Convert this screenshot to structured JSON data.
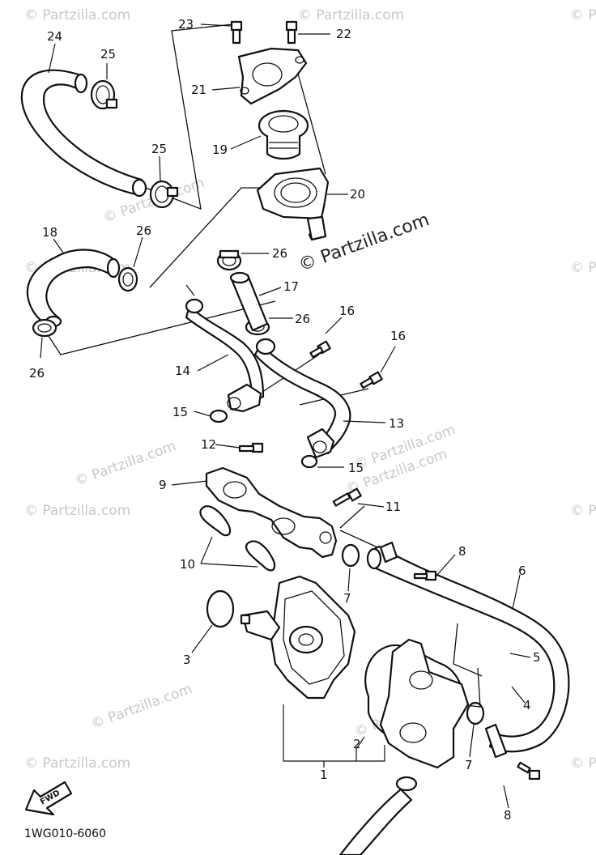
{
  "watermark": {
    "main": "© Partzilla.com",
    "faint": "© Partzilla.com"
  },
  "diagram_code": "1WG010-6060",
  "front_arrow_label": "FWD",
  "callouts": [
    {
      "id": "c23",
      "label": "23"
    },
    {
      "id": "c22",
      "label": "22"
    },
    {
      "id": "c24",
      "label": "24"
    },
    {
      "id": "c25a",
      "label": "25"
    },
    {
      "id": "c21",
      "label": "21"
    },
    {
      "id": "c19",
      "label": "19"
    },
    {
      "id": "c25b",
      "label": "25"
    },
    {
      "id": "c20",
      "label": "20"
    },
    {
      "id": "c18",
      "label": "18"
    },
    {
      "id": "c26a",
      "label": "26"
    },
    {
      "id": "c26b",
      "label": "26"
    },
    {
      "id": "c17",
      "label": "17"
    },
    {
      "id": "c26c",
      "label": "26"
    },
    {
      "id": "c16a",
      "label": "16"
    },
    {
      "id": "c26d",
      "label": "26"
    },
    {
      "id": "c16b",
      "label": "16"
    },
    {
      "id": "c14",
      "label": "14"
    },
    {
      "id": "c15a",
      "label": "15"
    },
    {
      "id": "c13",
      "label": "13"
    },
    {
      "id": "c12",
      "label": "12"
    },
    {
      "id": "c15b",
      "label": "15"
    },
    {
      "id": "c9",
      "label": "9"
    },
    {
      "id": "c11",
      "label": "11"
    },
    {
      "id": "c8a",
      "label": "8"
    },
    {
      "id": "c10",
      "label": "10"
    },
    {
      "id": "c6",
      "label": "6"
    },
    {
      "id": "c7a",
      "label": "7"
    },
    {
      "id": "c3",
      "label": "3"
    },
    {
      "id": "c5",
      "label": "5"
    },
    {
      "id": "c4",
      "label": "4"
    },
    {
      "id": "c2",
      "label": "2"
    },
    {
      "id": "c1",
      "label": "1"
    },
    {
      "id": "c7b",
      "label": "7"
    },
    {
      "id": "c8b",
      "label": "8"
    }
  ]
}
